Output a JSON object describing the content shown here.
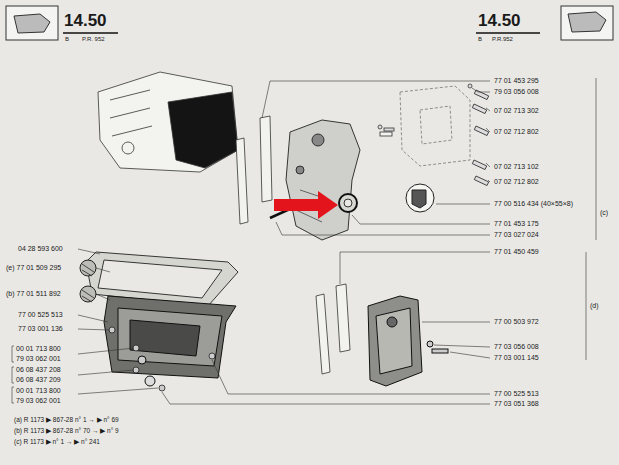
{
  "diagram": {
    "labels": [
      "14.50",
      "B",
      "P.R. 952",
      "14.50",
      "B",
      "P.R.952",
      "77 01 453 295",
      "79 03 056 008",
      "07 02 713 302",
      "07 02 712 802",
      "07 02 713 102",
      "07 02 712 802",
      "77 00 516 434 (40×55×8)",
      "77 01 453 175",
      "77 03 027 024",
      "(c)",
      "04 28 593 600",
      "(e) 77 01 509 295",
      "(b) 77 01 511 892",
      "77 00 525 513",
      "77 03 001 136",
      "00 01 713 800",
      "79 03 062 001",
      "06 08 437 208",
      "06 08 437 209",
      "00 01 713 800",
      "79 03 062 001",
      "77 01 450 459",
      "77 00 503 972",
      "77 03 056 008",
      "77 03 001 145",
      "(d)",
      "77 00 525 513",
      "77 03 051 368",
      "(a) R 1173 ▶ 867-28 n° 1 → ▶ n° 69",
      "(b) R 1173 ▶ 867-28 n° 70 → ▶ n° 9",
      "(c) R 1173 ▶ n° 1 → ▶ n° 241"
    ]
  }
}
